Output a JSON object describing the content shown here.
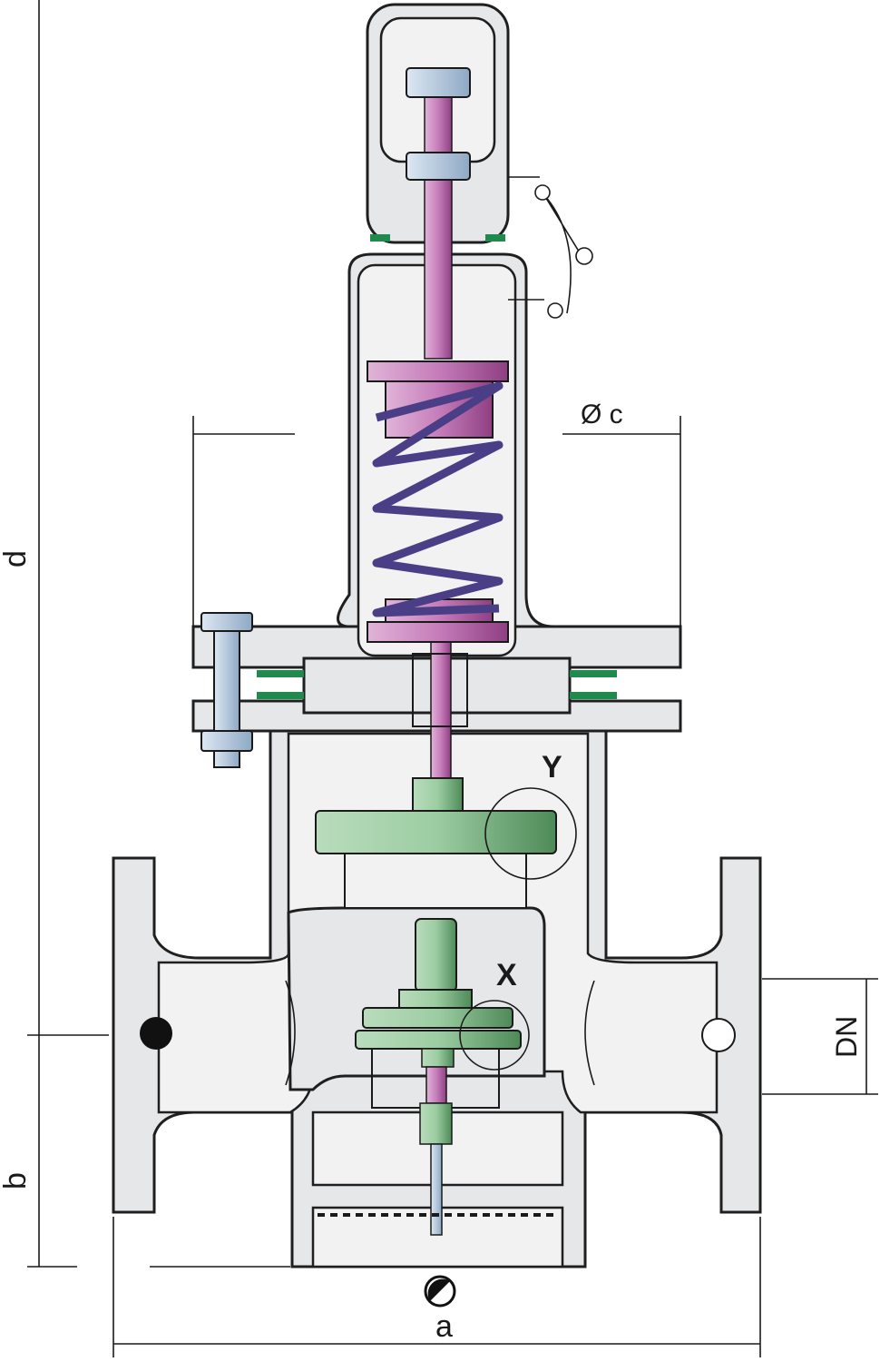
{
  "title": "Pressure reducing valve sectional drawing",
  "dimensions": {
    "d": "d",
    "b": "b",
    "a": "a",
    "c": "Ø c",
    "dn": "DN"
  },
  "details": {
    "x": "X",
    "y": "Y"
  },
  "colors": {
    "body": "#e6e7e9",
    "spring": "#4a3f86",
    "spring_plate": "#b0589f",
    "stem": "#c98ac0",
    "disk": "#8fc497",
    "bolt": "#b8cde3",
    "gasket": "#1f8a4c"
  }
}
